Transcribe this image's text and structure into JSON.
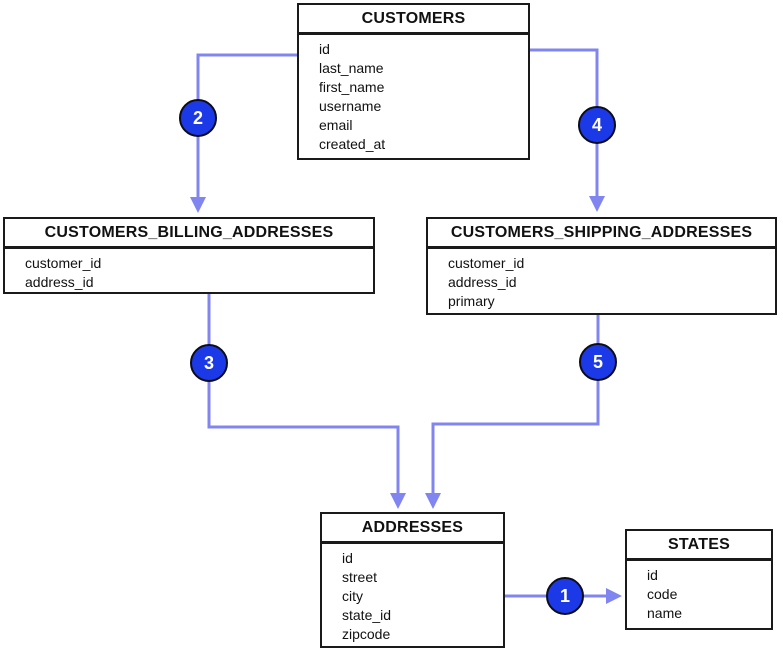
{
  "diagram": {
    "colors": {
      "badge_fill": "#1c39e8",
      "badge_border": "#0d0d1a",
      "badge_text": "#ffffff",
      "connector_line": "#8185f0",
      "table_border": "#1a1a1a",
      "table_background": "#ffffff",
      "text": "#111111",
      "background": "#ffffff"
    },
    "entities": [
      {
        "name": "CUSTOMERS",
        "fields": [
          "id",
          "last_name",
          "first_name",
          "username",
          "email",
          "created_at"
        ]
      },
      {
        "name": "CUSTOMERS_BILLING_ADDRESSES",
        "fields": [
          "customer_id",
          "address_id"
        ]
      },
      {
        "name": "CUSTOMERS_SHIPPING_ADDRESSES",
        "fields": [
          "customer_id",
          "address_id",
          "primary"
        ]
      },
      {
        "name": "ADDRESSES",
        "fields": [
          "id",
          "street",
          "city",
          "state_id",
          "zipcode"
        ]
      },
      {
        "name": "STATES",
        "fields": [
          "id",
          "code",
          "name"
        ]
      }
    ],
    "connectors": [
      {
        "number": "1",
        "from": "ADDRESSES",
        "to": "STATES"
      },
      {
        "number": "2",
        "from": "CUSTOMERS",
        "to": "CUSTOMERS_BILLING_ADDRESSES"
      },
      {
        "number": "3",
        "from": "CUSTOMERS_BILLING_ADDRESSES",
        "to": "ADDRESSES"
      },
      {
        "number": "4",
        "from": "CUSTOMERS",
        "to": "CUSTOMERS_SHIPPING_ADDRESSES"
      },
      {
        "number": "5",
        "from": "CUSTOMERS_SHIPPING_ADDRESSES",
        "to": "ADDRESSES"
      }
    ]
  }
}
